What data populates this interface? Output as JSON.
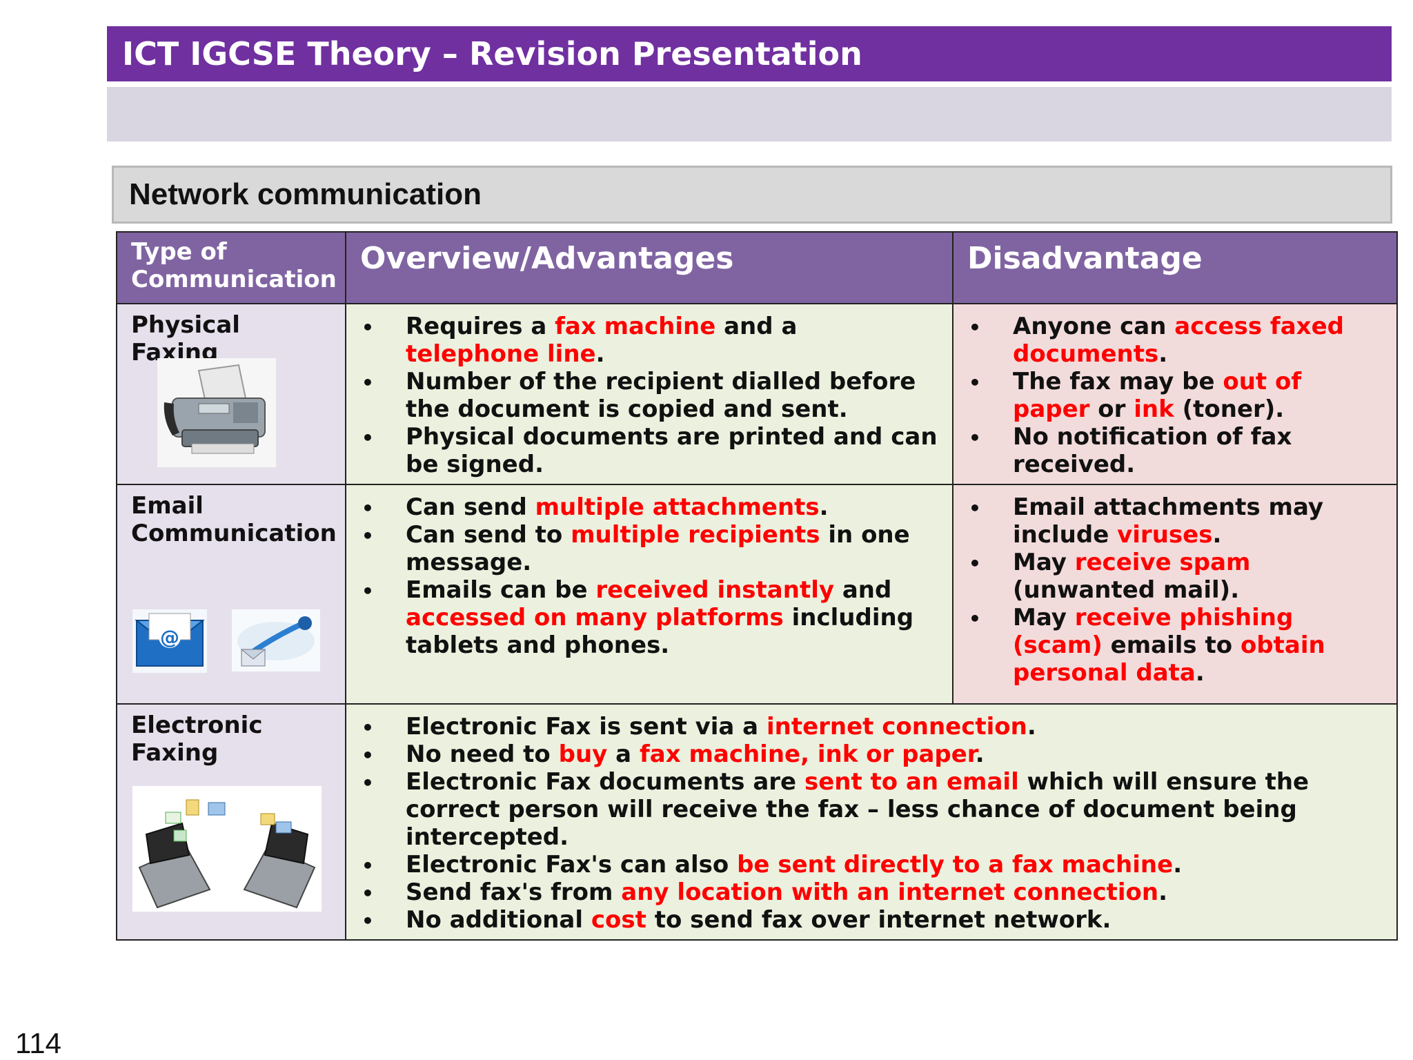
{
  "header": {
    "title": "ICT IGCSE Theory – Revision Presentation"
  },
  "section": {
    "heading": "Network communication"
  },
  "table": {
    "headers": {
      "type": "Type of Communication",
      "advantages": "Overview/Advantages",
      "disadvantages": "Disadvantage"
    },
    "rows": {
      "physical_fax": {
        "type": "Physical Faxing",
        "adv1": {
          "a": "Requires a ",
          "b": "fax machine",
          "c": " and a ",
          "d": "telephone line",
          "e": "."
        },
        "adv2": "Number of the recipient dialled before the document is copied and sent.",
        "adv3": "Physical documents are printed and can be signed.",
        "dis1": {
          "a": "Anyone can ",
          "b": "access faxed documents",
          "c": "."
        },
        "dis2": {
          "a": "The fax may be ",
          "b": "out of paper",
          "c": " or ",
          "d": "ink",
          "e": " (toner)."
        },
        "dis3": "No notification of fax received."
      },
      "email": {
        "type": "Email Communication",
        "adv1": {
          "a": "Can send ",
          "b": "multiple attachments",
          "c": "."
        },
        "adv2": {
          "a": "Can send to ",
          "b": "multiple recipients",
          "c": " in one message."
        },
        "adv3": {
          "a": "Emails can be ",
          "b": "received instantly",
          "c": " and ",
          "d": "accessed on many platforms",
          "e": " including tablets and phones."
        },
        "dis1": {
          "a": "Email attachments may include ",
          "b": "viruses",
          "c": "."
        },
        "dis2": {
          "a": "May ",
          "b": "receive spam",
          "c": " (unwanted mail)."
        },
        "dis3": {
          "a": "May ",
          "b": "receive phishing (scam)",
          "c": " emails to ",
          "d": "obtain personal data",
          "e": "."
        }
      },
      "electronic_fax": {
        "type": "Electronic Faxing",
        "p1": {
          "a": "Electronic Fax is sent via a ",
          "b": "internet connection",
          "c": "."
        },
        "p2": {
          "a": "No need to ",
          "b": "buy",
          "c": " a ",
          "d": "fax machine, ink or paper",
          "e": "."
        },
        "p3": {
          "a": "Electronic Fax documents are ",
          "b": "sent to an email",
          "c": " which will ensure the correct person will receive the fax – less chance of document being intercepted."
        },
        "p4": {
          "a": "Electronic Fax's can also ",
          "b": "be sent directly to a fax machine",
          "c": "."
        },
        "p5": {
          "a": "Send fax's from ",
          "b": "any location with an internet connection",
          "c": "."
        },
        "p6": {
          "a": "No additional ",
          "b": "cost",
          "c": " to send fax over internet network."
        }
      }
    }
  },
  "colors": {
    "title_bar": "#7030a0",
    "header_row": "#8064a2",
    "type_column": "#e6e0ec",
    "advantages": "#ebf1de",
    "disadvantages": "#f2dcdb",
    "highlight": "#ff0000"
  },
  "footer": {
    "page_number": "114"
  }
}
